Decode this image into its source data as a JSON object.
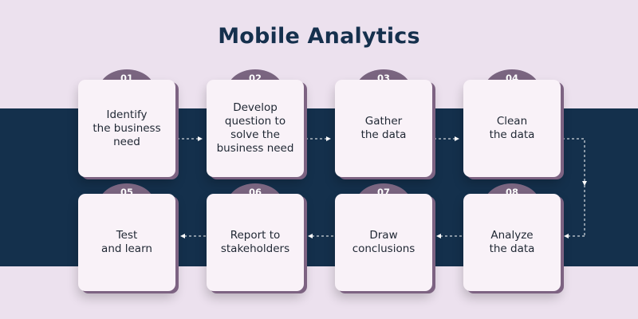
{
  "title": "Mobile Analytics",
  "steps": [
    {
      "number": "01",
      "label": "Identify\nthe business\nneed"
    },
    {
      "number": "02",
      "label": "Develop\nquestion to\nsolve the\nbusiness need"
    },
    {
      "number": "03",
      "label": "Gather\nthe data"
    },
    {
      "number": "04",
      "label": "Clean\nthe data"
    },
    {
      "number": "05",
      "label": "Test\nand learn"
    },
    {
      "number": "06",
      "label": "Report to\nstakeholders"
    },
    {
      "number": "07",
      "label": "Draw\nconclusions"
    },
    {
      "number": "08",
      "label": "Analyze\nthe data"
    }
  ],
  "colors": {
    "background": "#ece1ee",
    "band": "#14304c",
    "title": "#15304d",
    "tab": "#7a6580",
    "card": "#f9f2f8",
    "connector": "#ffffff"
  }
}
